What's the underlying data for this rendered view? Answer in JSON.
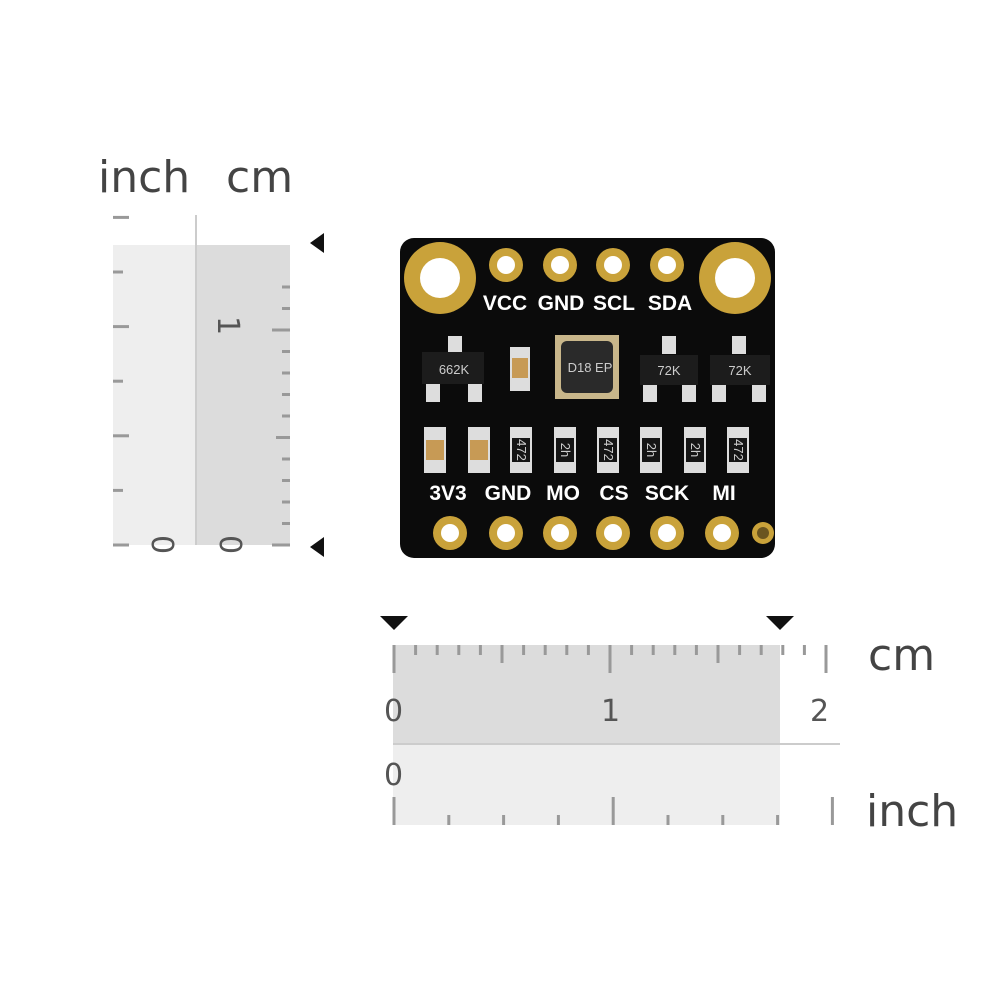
{
  "vertical_ruler": {
    "inch_label": "inch",
    "cm_label": "cm",
    "cm_tick_1": "1",
    "inch_zero": "0",
    "cm_zero": "0"
  },
  "horizontal_ruler": {
    "cm_label": "cm",
    "inch_label": "inch",
    "cm_ticks": [
      "0",
      "1",
      "2"
    ],
    "inch_zero": "0"
  },
  "board": {
    "top_pins": [
      "VCC",
      "GND",
      "SCL",
      "SDA"
    ],
    "bottom_pins": [
      "3V3",
      "GND",
      "MO",
      "CS",
      "SCK",
      "MI"
    ],
    "ic_marks": [
      "662K",
      "72K",
      "72K"
    ],
    "sensor_marks": "D18 EP",
    "resistor_marks": [
      "472",
      "2h",
      "472",
      "2h",
      "2h",
      "472"
    ]
  },
  "colors": {
    "pcb": "#0b0b0b",
    "gold": "#c9a23a",
    "ruler_dark": "#dcdcdc",
    "ruler_light": "#eeeeee"
  }
}
